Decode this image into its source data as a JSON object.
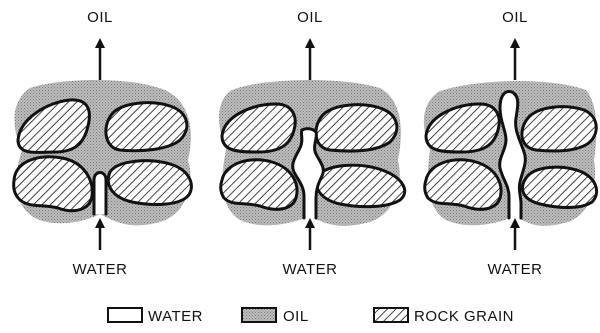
{
  "panels": [
    {
      "top_label": "OIL",
      "bottom_label": "WATER"
    },
    {
      "top_label": "OIL",
      "bottom_label": "WATER"
    },
    {
      "top_label": "OIL",
      "bottom_label": "WATER"
    }
  ],
  "legend": {
    "water": "WATER",
    "oil": "OIL",
    "rock_grain": "ROCK GRAIN"
  }
}
